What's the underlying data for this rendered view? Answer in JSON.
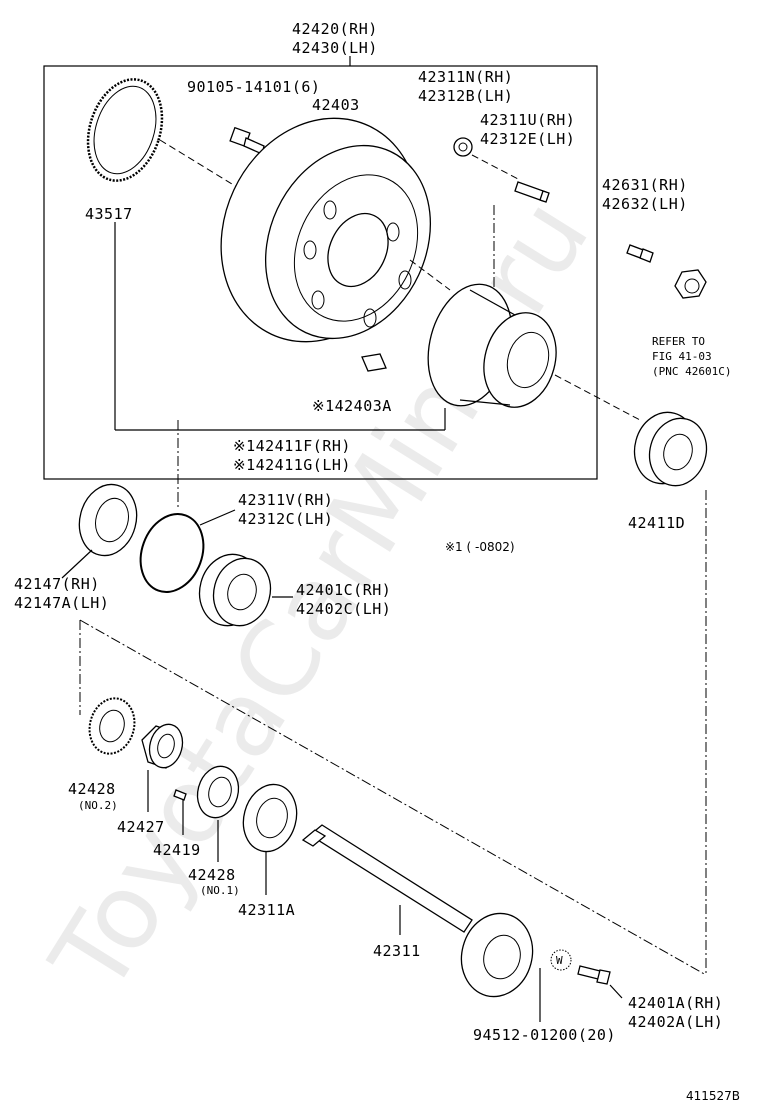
{
  "watermark": "ToyotaCarMine.ru",
  "diagram_id": "411527B",
  "note": "※1 (     -0802)",
  "labels": {
    "assy_rh": "42420(RH)",
    "assy_lh": "42430(LH)",
    "bolt_drum": "90105-14101(6)",
    "drum": "42403",
    "nut_rh": "42311N(RH)",
    "nut_lh": "42312B(LH)",
    "stud_rh": "42311U(RH)",
    "stud_lh": "42312E(LH)",
    "sensor_rotor": "43517",
    "plug": "※142403A",
    "hub_rh": "※142411F(RH)",
    "hub_lh": "※142411G(LH)",
    "bolt_rh": "42631(RH)",
    "bolt_lh": "42632(LH)",
    "refer1": "REFER TO",
    "refer2": "FIG 41-03",
    "refer3": "(PNC 42601C)",
    "bearing_outer": "42411D",
    "seal_rh": "42147(RH)",
    "seal_lh": "42147A(LH)",
    "ring_rh": "42311V(RH)",
    "ring_lh": "42312C(LH)",
    "bearing_rh": "42401C(RH)",
    "bearing_lh": "42402C(LH)",
    "lock_washer": "42428",
    "lock_washer_no2": "(NO.2)",
    "nut": "42427",
    "screw": "42419",
    "washer": "42428",
    "washer_no1": "(NO.1)",
    "oil_seal": "42311A",
    "shaft": "42311",
    "washer_code": "W",
    "shaft_bolt": "94512-01200(20)",
    "axle_rh": "42401A(RH)",
    "axle_lh": "42402A(LH)"
  }
}
